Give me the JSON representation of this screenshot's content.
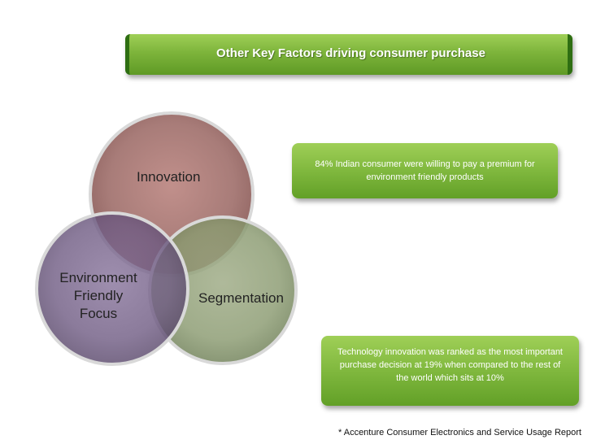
{
  "banner": {
    "title": "Other Key Factors driving consumer purchase"
  },
  "venn": {
    "circles": [
      {
        "label": "Innovation",
        "color": "#9c6a66"
      },
      {
        "label": "Segmentation",
        "color": "#8a9a70"
      },
      {
        "label": "Environment\nFriendly\nFocus",
        "color": "#6e5a82"
      }
    ]
  },
  "notes": [
    {
      "text": "84% Indian consumer were willing to pay a premium for environment friendly products"
    },
    {
      "text": "Technology innovation was ranked as the most important purchase decision at 19% when compared to the rest of the world which sits at 10%"
    }
  ],
  "footnote": "* Accenture  Consumer Electronics and Service Usage Report"
}
